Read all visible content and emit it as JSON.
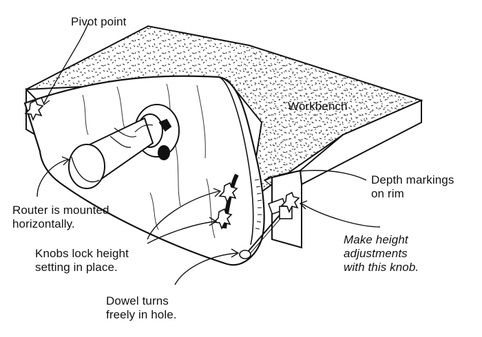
{
  "labels": {
    "pivot_point": "Pivot point",
    "workbench": "Workbench",
    "depth_markings": [
      "Depth markings",
      "on rim"
    ],
    "router_mounted": [
      "Router is mounted",
      "horizontally."
    ],
    "knobs_lock": [
      "Knobs lock height",
      "setting in place."
    ],
    "make_height": [
      "Make height",
      "adjustments",
      "with this knob."
    ],
    "dowel_turns": [
      "Dowel turns",
      "freely in hole."
    ]
  }
}
